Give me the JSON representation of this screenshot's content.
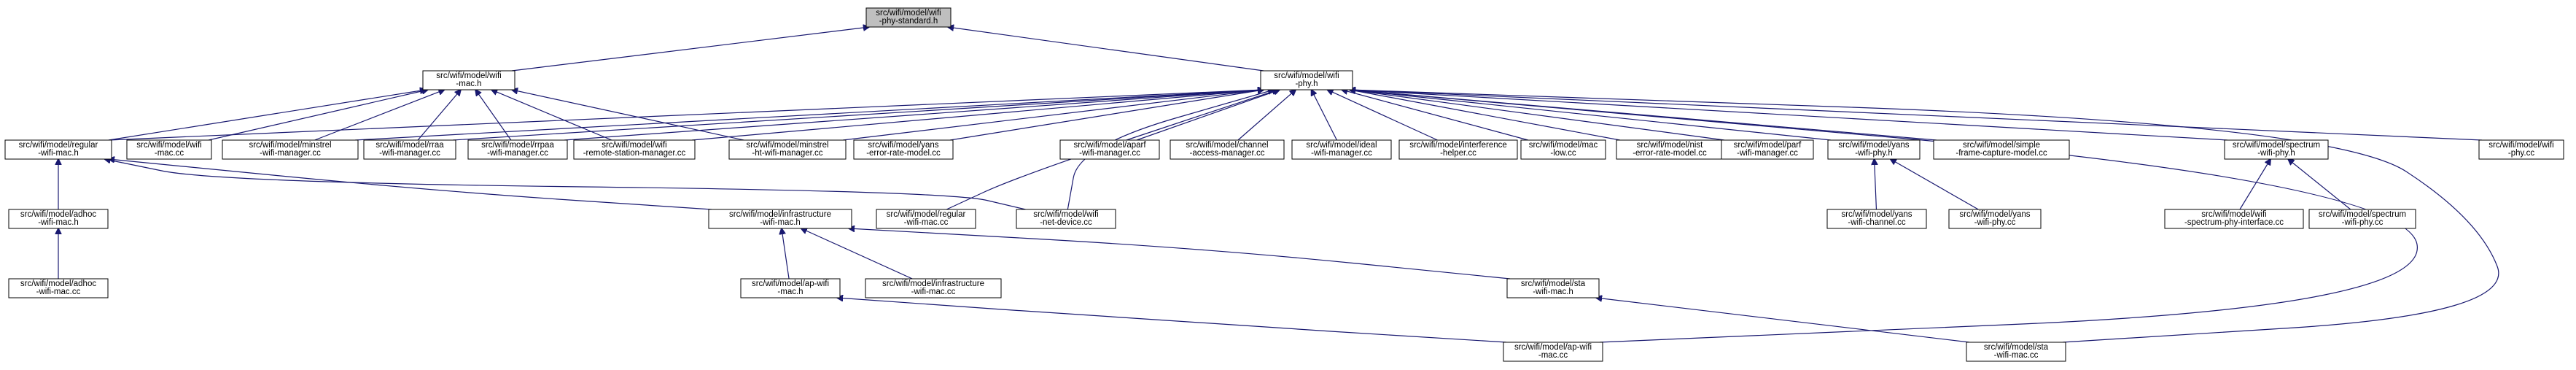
{
  "nodes": [
    {
      "id": "wifi_phy_standard",
      "label": [
        "src/wifi/model/wifi",
        "-phy-standard.h"
      ],
      "root": true
    },
    {
      "id": "wifi_mac_h",
      "label": [
        "src/wifi/model/wifi",
        "-mac.h"
      ]
    },
    {
      "id": "wifi_phy_h",
      "label": [
        "src/wifi/model/wifi",
        "-phy.h"
      ]
    },
    {
      "id": "regular_wifi_mac_h",
      "label": [
        "src/wifi/model/regular",
        "-wifi-mac.h"
      ]
    },
    {
      "id": "wifi_mac_cc",
      "label": [
        "src/wifi/model/wifi",
        "-mac.cc"
      ]
    },
    {
      "id": "minstrel_wifi_manager_cc",
      "label": [
        "src/wifi/model/minstrel",
        "-wifi-manager.cc"
      ]
    },
    {
      "id": "rraa_wifi_manager_cc",
      "label": [
        "src/wifi/model/rraa",
        "-wifi-manager.cc"
      ]
    },
    {
      "id": "rrpaa_wifi_manager_cc",
      "label": [
        "src/wifi/model/rrpaa",
        "-wifi-manager.cc"
      ]
    },
    {
      "id": "wifi_remote_station_manager_cc",
      "label": [
        "src/wifi/model/wifi",
        "-remote-station-manager.cc"
      ]
    },
    {
      "id": "minstrel_ht_wifi_manager_cc",
      "label": [
        "src/wifi/model/minstrel",
        "-ht-wifi-manager.cc"
      ]
    },
    {
      "id": "yans_error_rate_model_cc",
      "label": [
        "src/wifi/model/yans",
        "-error-rate-model.cc"
      ]
    },
    {
      "id": "aparf_wifi_manager_cc",
      "label": [
        "src/wifi/model/aparf",
        "-wifi-manager.cc"
      ]
    },
    {
      "id": "channel_access_manager_cc",
      "label": [
        "src/wifi/model/channel",
        "-access-manager.cc"
      ]
    },
    {
      "id": "ideal_wifi_manager_cc",
      "label": [
        "src/wifi/model/ideal",
        "-wifi-manager.cc"
      ]
    },
    {
      "id": "interference_helper_cc",
      "label": [
        "src/wifi/model/interference",
        "-helper.cc"
      ]
    },
    {
      "id": "mac_low_cc",
      "label": [
        "src/wifi/model/mac",
        "-low.cc"
      ]
    },
    {
      "id": "nist_error_rate_model_cc",
      "label": [
        "src/wifi/model/nist",
        "-error-rate-model.cc"
      ]
    },
    {
      "id": "parf_wifi_manager_cc",
      "label": [
        "src/wifi/model/parf",
        "-wifi-manager.cc"
      ]
    },
    {
      "id": "yans_wifi_phy_h",
      "label": [
        "src/wifi/model/yans",
        "-wifi-phy.h"
      ]
    },
    {
      "id": "simple_frame_capture_model_cc",
      "label": [
        "src/wifi/model/simple",
        "-frame-capture-model.cc"
      ]
    },
    {
      "id": "spectrum_wifi_phy_h",
      "label": [
        "src/wifi/model/spectrum",
        "-wifi-phy.h"
      ]
    },
    {
      "id": "wifi_phy_cc",
      "label": [
        "src/wifi/model/wifi",
        "-phy.cc"
      ]
    },
    {
      "id": "adhoc_wifi_mac_h",
      "label": [
        "src/wifi/model/adhoc",
        "-wifi-mac.h"
      ]
    },
    {
      "id": "infrastructure_wifi_mac_h",
      "label": [
        "src/wifi/model/infrastructure",
        "-wifi-mac.h"
      ]
    },
    {
      "id": "regular_wifi_mac_cc",
      "label": [
        "src/wifi/model/regular",
        "-wifi-mac.cc"
      ]
    },
    {
      "id": "wifi_net_device_cc",
      "label": [
        "src/wifi/model/wifi",
        "-net-device.cc"
      ]
    },
    {
      "id": "yans_wifi_channel_cc",
      "label": [
        "src/wifi/model/yans",
        "-wifi-channel.cc"
      ]
    },
    {
      "id": "yans_wifi_phy_cc",
      "label": [
        "src/wifi/model/yans",
        "-wifi-phy.cc"
      ]
    },
    {
      "id": "wifi_spectrum_phy_interface_cc",
      "label": [
        "src/wifi/model/wifi",
        "-spectrum-phy-interface.cc"
      ]
    },
    {
      "id": "spectrum_wifi_phy_cc",
      "label": [
        "src/wifi/model/spectrum",
        "-wifi-phy.cc"
      ]
    },
    {
      "id": "adhoc_wifi_mac_cc",
      "label": [
        "src/wifi/model/adhoc",
        "-wifi-mac.cc"
      ]
    },
    {
      "id": "ap_wifi_mac_h",
      "label": [
        "src/wifi/model/ap-wifi",
        "-mac.h"
      ]
    },
    {
      "id": "infrastructure_wifi_mac_cc",
      "label": [
        "src/wifi/model/infrastructure",
        "-wifi-mac.cc"
      ]
    },
    {
      "id": "sta_wifi_mac_h",
      "label": [
        "src/wifi/model/sta",
        "-wifi-mac.h"
      ]
    },
    {
      "id": "ap_wifi_mac_cc",
      "label": [
        "src/wifi/model/ap-wifi",
        "-mac.cc"
      ]
    },
    {
      "id": "sta_wifi_mac_cc",
      "label": [
        "src/wifi/model/sta",
        "-wifi-mac.cc"
      ]
    }
  ],
  "edges": [
    [
      "wifi_mac_h",
      "wifi_phy_standard"
    ],
    [
      "wifi_phy_h",
      "wifi_phy_standard"
    ],
    [
      "regular_wifi_mac_h",
      "wifi_mac_h"
    ],
    [
      "wifi_mac_cc",
      "wifi_mac_h"
    ],
    [
      "minstrel_wifi_manager_cc",
      "wifi_mac_h"
    ],
    [
      "rraa_wifi_manager_cc",
      "wifi_mac_h"
    ],
    [
      "rrpaa_wifi_manager_cc",
      "wifi_mac_h"
    ],
    [
      "wifi_remote_station_manager_cc",
      "wifi_mac_h"
    ],
    [
      "minstrel_ht_wifi_manager_cc",
      "wifi_mac_h"
    ],
    [
      "regular_wifi_mac_h",
      "wifi_phy_h"
    ],
    [
      "minstrel_wifi_manager_cc",
      "wifi_phy_h"
    ],
    [
      "rraa_wifi_manager_cc",
      "wifi_phy_h"
    ],
    [
      "rrpaa_wifi_manager_cc",
      "wifi_phy_h"
    ],
    [
      "wifi_remote_station_manager_cc",
      "wifi_phy_h"
    ],
    [
      "minstrel_ht_wifi_manager_cc",
      "wifi_phy_h"
    ],
    [
      "yans_error_rate_model_cc",
      "wifi_phy_h"
    ],
    [
      "aparf_wifi_manager_cc",
      "wifi_phy_h"
    ],
    [
      "channel_access_manager_cc",
      "wifi_phy_h"
    ],
    [
      "ideal_wifi_manager_cc",
      "wifi_phy_h"
    ],
    [
      "interference_helper_cc",
      "wifi_phy_h"
    ],
    [
      "mac_low_cc",
      "wifi_phy_h"
    ],
    [
      "nist_error_rate_model_cc",
      "wifi_phy_h"
    ],
    [
      "parf_wifi_manager_cc",
      "wifi_phy_h"
    ],
    [
      "yans_wifi_phy_h",
      "wifi_phy_h"
    ],
    [
      "simple_frame_capture_model_cc",
      "wifi_phy_h"
    ],
    [
      "spectrum_wifi_phy_h",
      "wifi_phy_h"
    ],
    [
      "wifi_phy_cc",
      "wifi_phy_h"
    ],
    [
      "regular_wifi_mac_cc",
      "wifi_phy_h"
    ],
    [
      "wifi_net_device_cc",
      "wifi_phy_h"
    ],
    [
      "ap_wifi_mac_cc",
      "wifi_phy_h"
    ],
    [
      "sta_wifi_mac_cc",
      "wifi_phy_h"
    ],
    [
      "adhoc_wifi_mac_h",
      "regular_wifi_mac_h"
    ],
    [
      "infrastructure_wifi_mac_h",
      "regular_wifi_mac_h"
    ],
    [
      "wifi_net_device_cc",
      "regular_wifi_mac_h"
    ],
    [
      "adhoc_wifi_mac_cc",
      "adhoc_wifi_mac_h"
    ],
    [
      "ap_wifi_mac_h",
      "infrastructure_wifi_mac_h"
    ],
    [
      "infrastructure_wifi_mac_cc",
      "infrastructure_wifi_mac_h"
    ],
    [
      "sta_wifi_mac_h",
      "infrastructure_wifi_mac_h"
    ],
    [
      "ap_wifi_mac_cc",
      "ap_wifi_mac_h"
    ],
    [
      "sta_wifi_mac_cc",
      "sta_wifi_mac_h"
    ],
    [
      "yans_wifi_channel_cc",
      "yans_wifi_phy_h"
    ],
    [
      "yans_wifi_phy_cc",
      "yans_wifi_phy_h"
    ],
    [
      "wifi_spectrum_phy_interface_cc",
      "spectrum_wifi_phy_h"
    ],
    [
      "spectrum_wifi_phy_cc",
      "spectrum_wifi_phy_h"
    ]
  ]
}
